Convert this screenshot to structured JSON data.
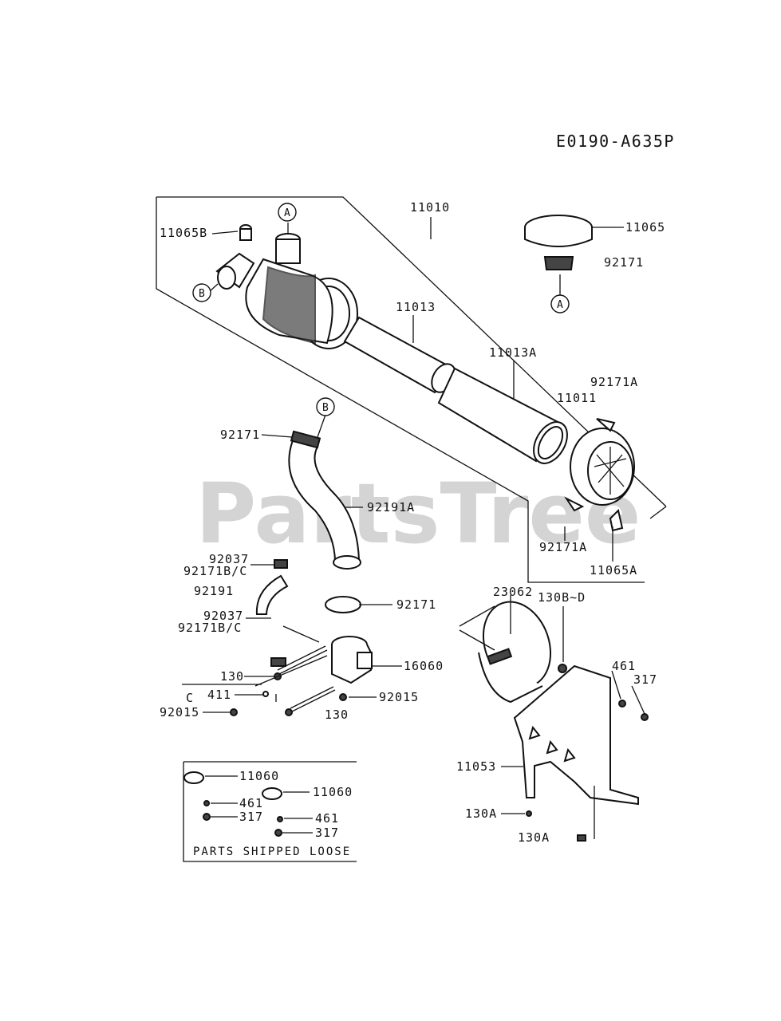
{
  "diagram_code": "E0190-A635P",
  "watermark": "PartsTree",
  "refs": {
    "a": "A",
    "b": "B",
    "c": "C"
  },
  "labels": {
    "p11010": "11010",
    "p11065B": "11065B",
    "p11065": "11065",
    "p92171_top": "92171",
    "p11013": "11013",
    "p11013A": "11013A",
    "p92171A_top": "92171A",
    "p11011": "11011",
    "p92171_hose": "92171",
    "p92191A": "92191A",
    "p92171A_bottom": "92171A",
    "p11065A": "11065A",
    "p92037_a": "92037",
    "p92171BC_a": "92171B/C",
    "p92191": "92191",
    "p92171_clamp": "92171",
    "p92037_b": "92037",
    "p92171BC_b": "92171B/C",
    "p23062": "23062",
    "p130BD": "130B~D",
    "p461_right": "461",
    "p317_right": "317",
    "p130_left": "130",
    "p16060": "16060",
    "p411": "411",
    "p92015_right": "92015",
    "p92015_left": "92015",
    "p130_bottom": "130",
    "p11053": "11053",
    "p130A_a": "130A",
    "p130A_b": "130A",
    "box_11060_a": "11060",
    "box_11060_b": "11060",
    "box_461_a": "461",
    "box_317_a": "317",
    "box_461_b": "461",
    "box_317_b": "317"
  },
  "loose_box_caption": "PARTS SHIPPED LOOSE"
}
